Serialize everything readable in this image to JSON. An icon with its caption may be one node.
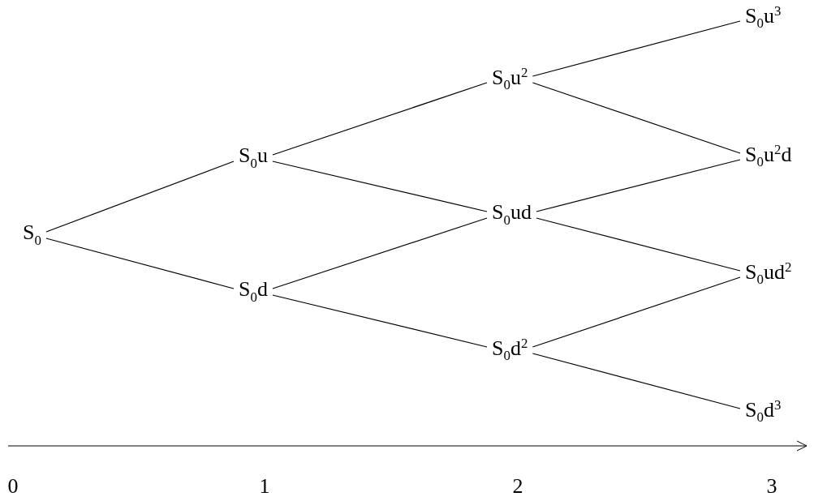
{
  "diagram": {
    "nodes": [
      {
        "text": [
          "S$_{0}$"
        ]
      },
      {
        "text": [
          "S$_{0}$u"
        ]
      },
      {
        "text": [
          "S$_{0}$d"
        ]
      },
      {
        "text": [
          "S$_{0}$u$^{2}$"
        ]
      },
      {
        "text": [
          "S$_{0}$ud"
        ]
      },
      {
        "text": [
          "S$_{0}$d$^{2}$"
        ]
      },
      {
        "text": [
          "S$_{0}$u$^{3}$"
        ]
      },
      {
        "text": [
          "S$_{0}$u$^{2}$d"
        ]
      },
      {
        "text": [
          "S$_{0}$ud$^{2}$"
        ]
      },
      {
        "text": [
          "S$_{0}$d$^{3}$"
        ]
      }
    ],
    "edges": [
      {
        "from": 0,
        "to": 1,
        "arrow": "none"
      },
      {
        "from": 0,
        "to": 2,
        "arrow": "none"
      },
      {
        "from": 1,
        "to": 3,
        "arrow": "none"
      },
      {
        "from": 1,
        "to": 4,
        "arrow": "none"
      },
      {
        "from": 2,
        "to": 4,
        "arrow": "none"
      },
      {
        "from": 2,
        "to": 5,
        "arrow": "none"
      },
      {
        "from": 3,
        "to": 6,
        "arrow": "none"
      },
      {
        "from": 3,
        "to": 7,
        "arrow": "none"
      },
      {
        "from": 4,
        "to": 7,
        "arrow": "none"
      },
      {
        "from": 4,
        "to": 8,
        "arrow": "none"
      },
      {
        "from": 5,
        "to": 8,
        "arrow": "none"
      },
      {
        "from": 5,
        "to": 9,
        "arrow": "none"
      }
    ],
    "labels": [
      "0",
      "1",
      "2",
      "3"
    ]
  }
}
